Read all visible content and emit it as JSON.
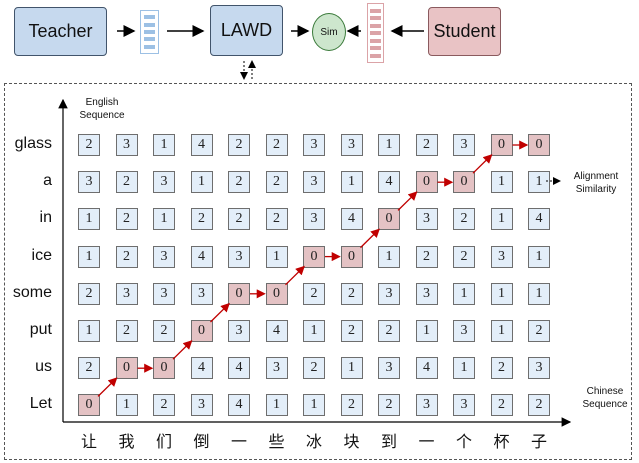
{
  "pipeline": {
    "teacher_label": "Teacher",
    "lawd_label": "LAWD",
    "sim_label": "Sim",
    "student_label": "Student",
    "teacher_vector_slots": 5,
    "student_vector_slots": 7
  },
  "colors": {
    "teacher_box": "#c6d9ee",
    "student_box": "#e9c3c5",
    "sim_circle": "#cde6cd",
    "cell_default": "#e3eef9",
    "cell_aligned": "#e4c2c4",
    "path_arrow": "#c00000"
  },
  "alignment": {
    "y_axis_label": [
      "English",
      "Sequence"
    ],
    "x_axis_label": [
      "Chinese",
      "Sequence"
    ],
    "side_label": [
      "Alignment",
      "Similarity"
    ],
    "english_tokens_top_to_bottom": [
      "glass",
      "a",
      "in",
      "ice",
      "some",
      "put",
      "us",
      "Let"
    ],
    "chinese_tokens": [
      "让",
      "我",
      "们",
      "倒",
      "一",
      "些",
      "冰",
      "块",
      "到",
      "一",
      "个",
      "杯",
      "子"
    ],
    "matrix_top_to_bottom": [
      [
        2,
        3,
        1,
        4,
        2,
        2,
        3,
        3,
        1,
        2,
        3,
        0,
        0
      ],
      [
        3,
        2,
        3,
        1,
        2,
        2,
        3,
        1,
        4,
        0,
        0,
        1,
        1
      ],
      [
        1,
        2,
        1,
        2,
        2,
        2,
        3,
        4,
        0,
        3,
        2,
        1,
        4
      ],
      [
        1,
        2,
        3,
        4,
        3,
        1,
        0,
        0,
        1,
        2,
        2,
        3,
        1
      ],
      [
        2,
        3,
        3,
        3,
        0,
        0,
        2,
        2,
        3,
        3,
        1,
        1,
        1
      ],
      [
        1,
        2,
        2,
        0,
        3,
        4,
        1,
        2,
        2,
        1,
        3,
        1,
        2
      ],
      [
        2,
        0,
        0,
        4,
        4,
        3,
        2,
        1,
        3,
        4,
        1,
        2,
        3
      ],
      [
        0,
        1,
        2,
        3,
        4,
        1,
        1,
        2,
        2,
        3,
        3,
        2,
        2
      ]
    ],
    "alignment_path": [
      {
        "english": "Let",
        "col": 0
      },
      {
        "english": "us",
        "col": 1
      },
      {
        "english": "us",
        "col": 2
      },
      {
        "english": "put",
        "col": 3
      },
      {
        "english": "some",
        "col": 4
      },
      {
        "english": "some",
        "col": 5
      },
      {
        "english": "ice",
        "col": 6
      },
      {
        "english": "ice",
        "col": 7
      },
      {
        "english": "in",
        "col": 8
      },
      {
        "english": "a",
        "col": 9
      },
      {
        "english": "a",
        "col": 10
      },
      {
        "english": "glass",
        "col": 11
      },
      {
        "english": "glass",
        "col": 12
      }
    ]
  }
}
